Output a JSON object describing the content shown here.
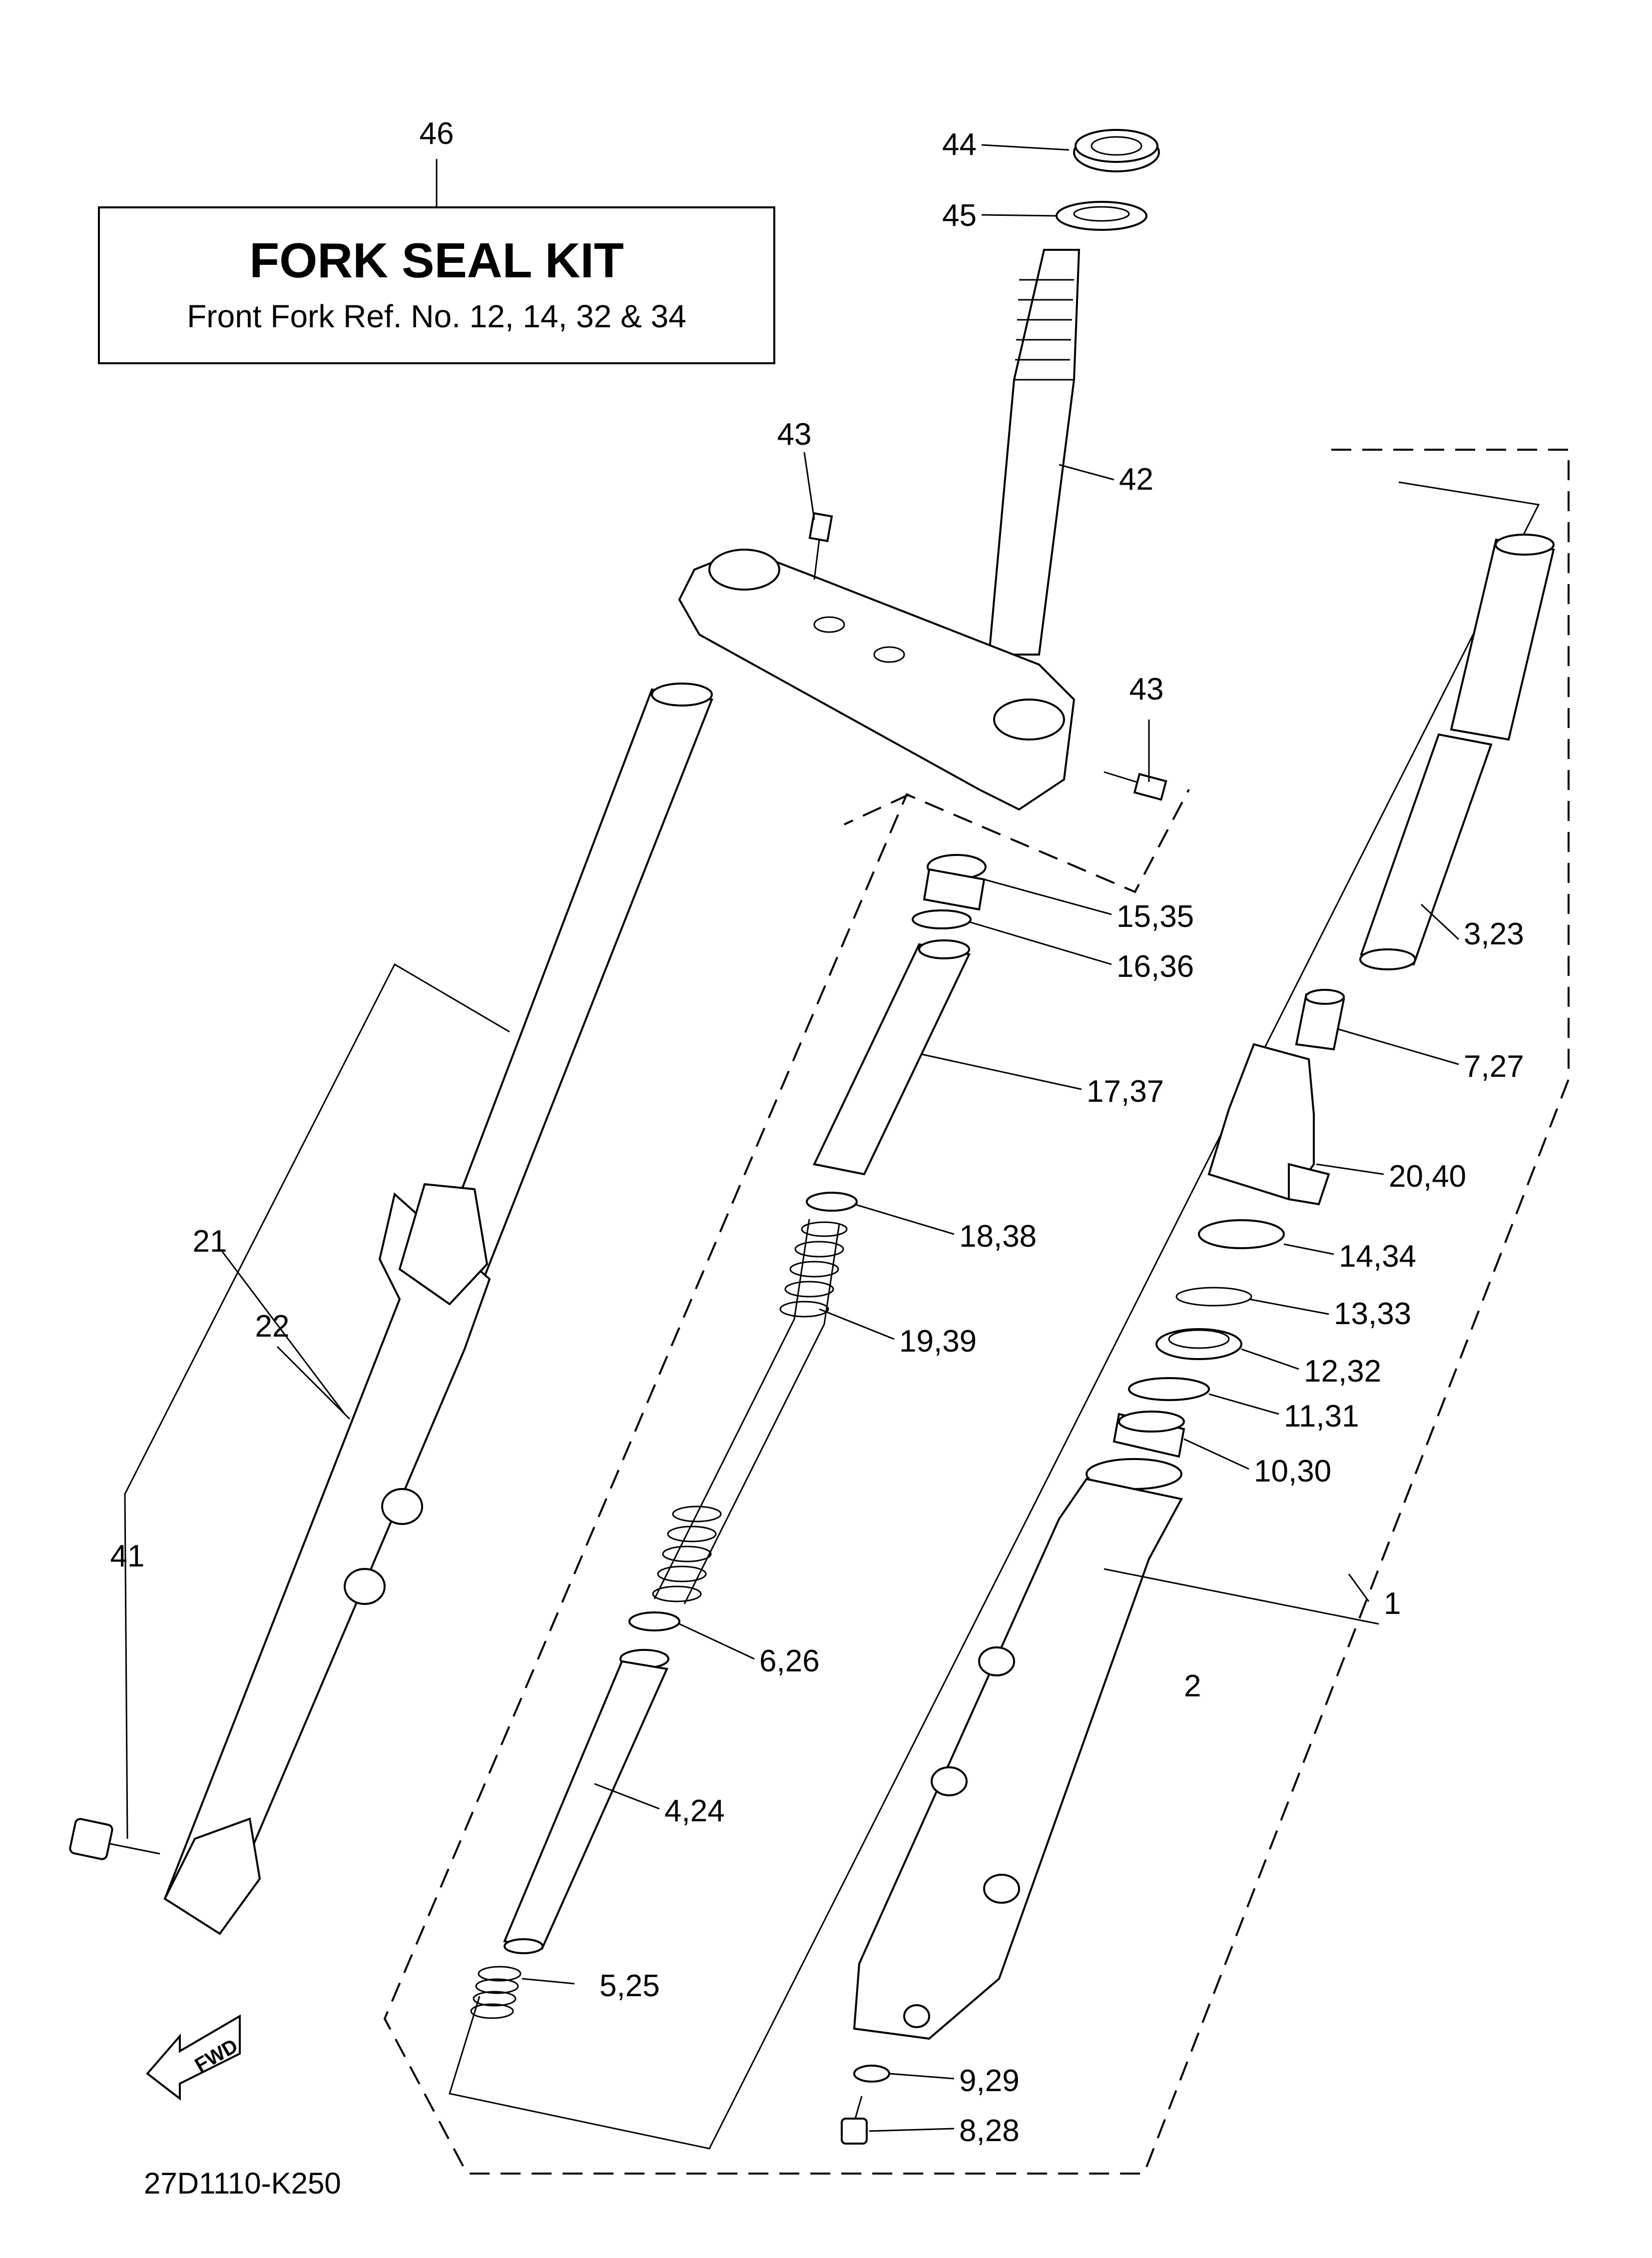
{
  "kit_box": {
    "callout": "46",
    "title": "FORK SEAL KIT",
    "subtitle": "Front Fork Ref. No. 12, 14, 32 & 34"
  },
  "diagram_code": "27D1110-K250",
  "fwd_label": "FWD",
  "callouts": {
    "p44": "44",
    "p45": "45",
    "p43a": "43",
    "p42": "42",
    "p43b": "43",
    "p15": "15,35",
    "p16": "16,36",
    "p3": "3,23",
    "p17": "17,37",
    "p7": "7,27",
    "p20": "20,40",
    "p18": "18,38",
    "p14": "14,34",
    "p21": "21",
    "p13": "13,33",
    "p22": "22",
    "p19": "19,39",
    "p12": "12,32",
    "p11": "11,31",
    "p10": "10,30",
    "p41": "41",
    "p1": "1",
    "p6": "6,26",
    "p2": "2",
    "p4": "4,24",
    "p5": "5,25",
    "p9": "9,29",
    "p8": "8,28"
  }
}
